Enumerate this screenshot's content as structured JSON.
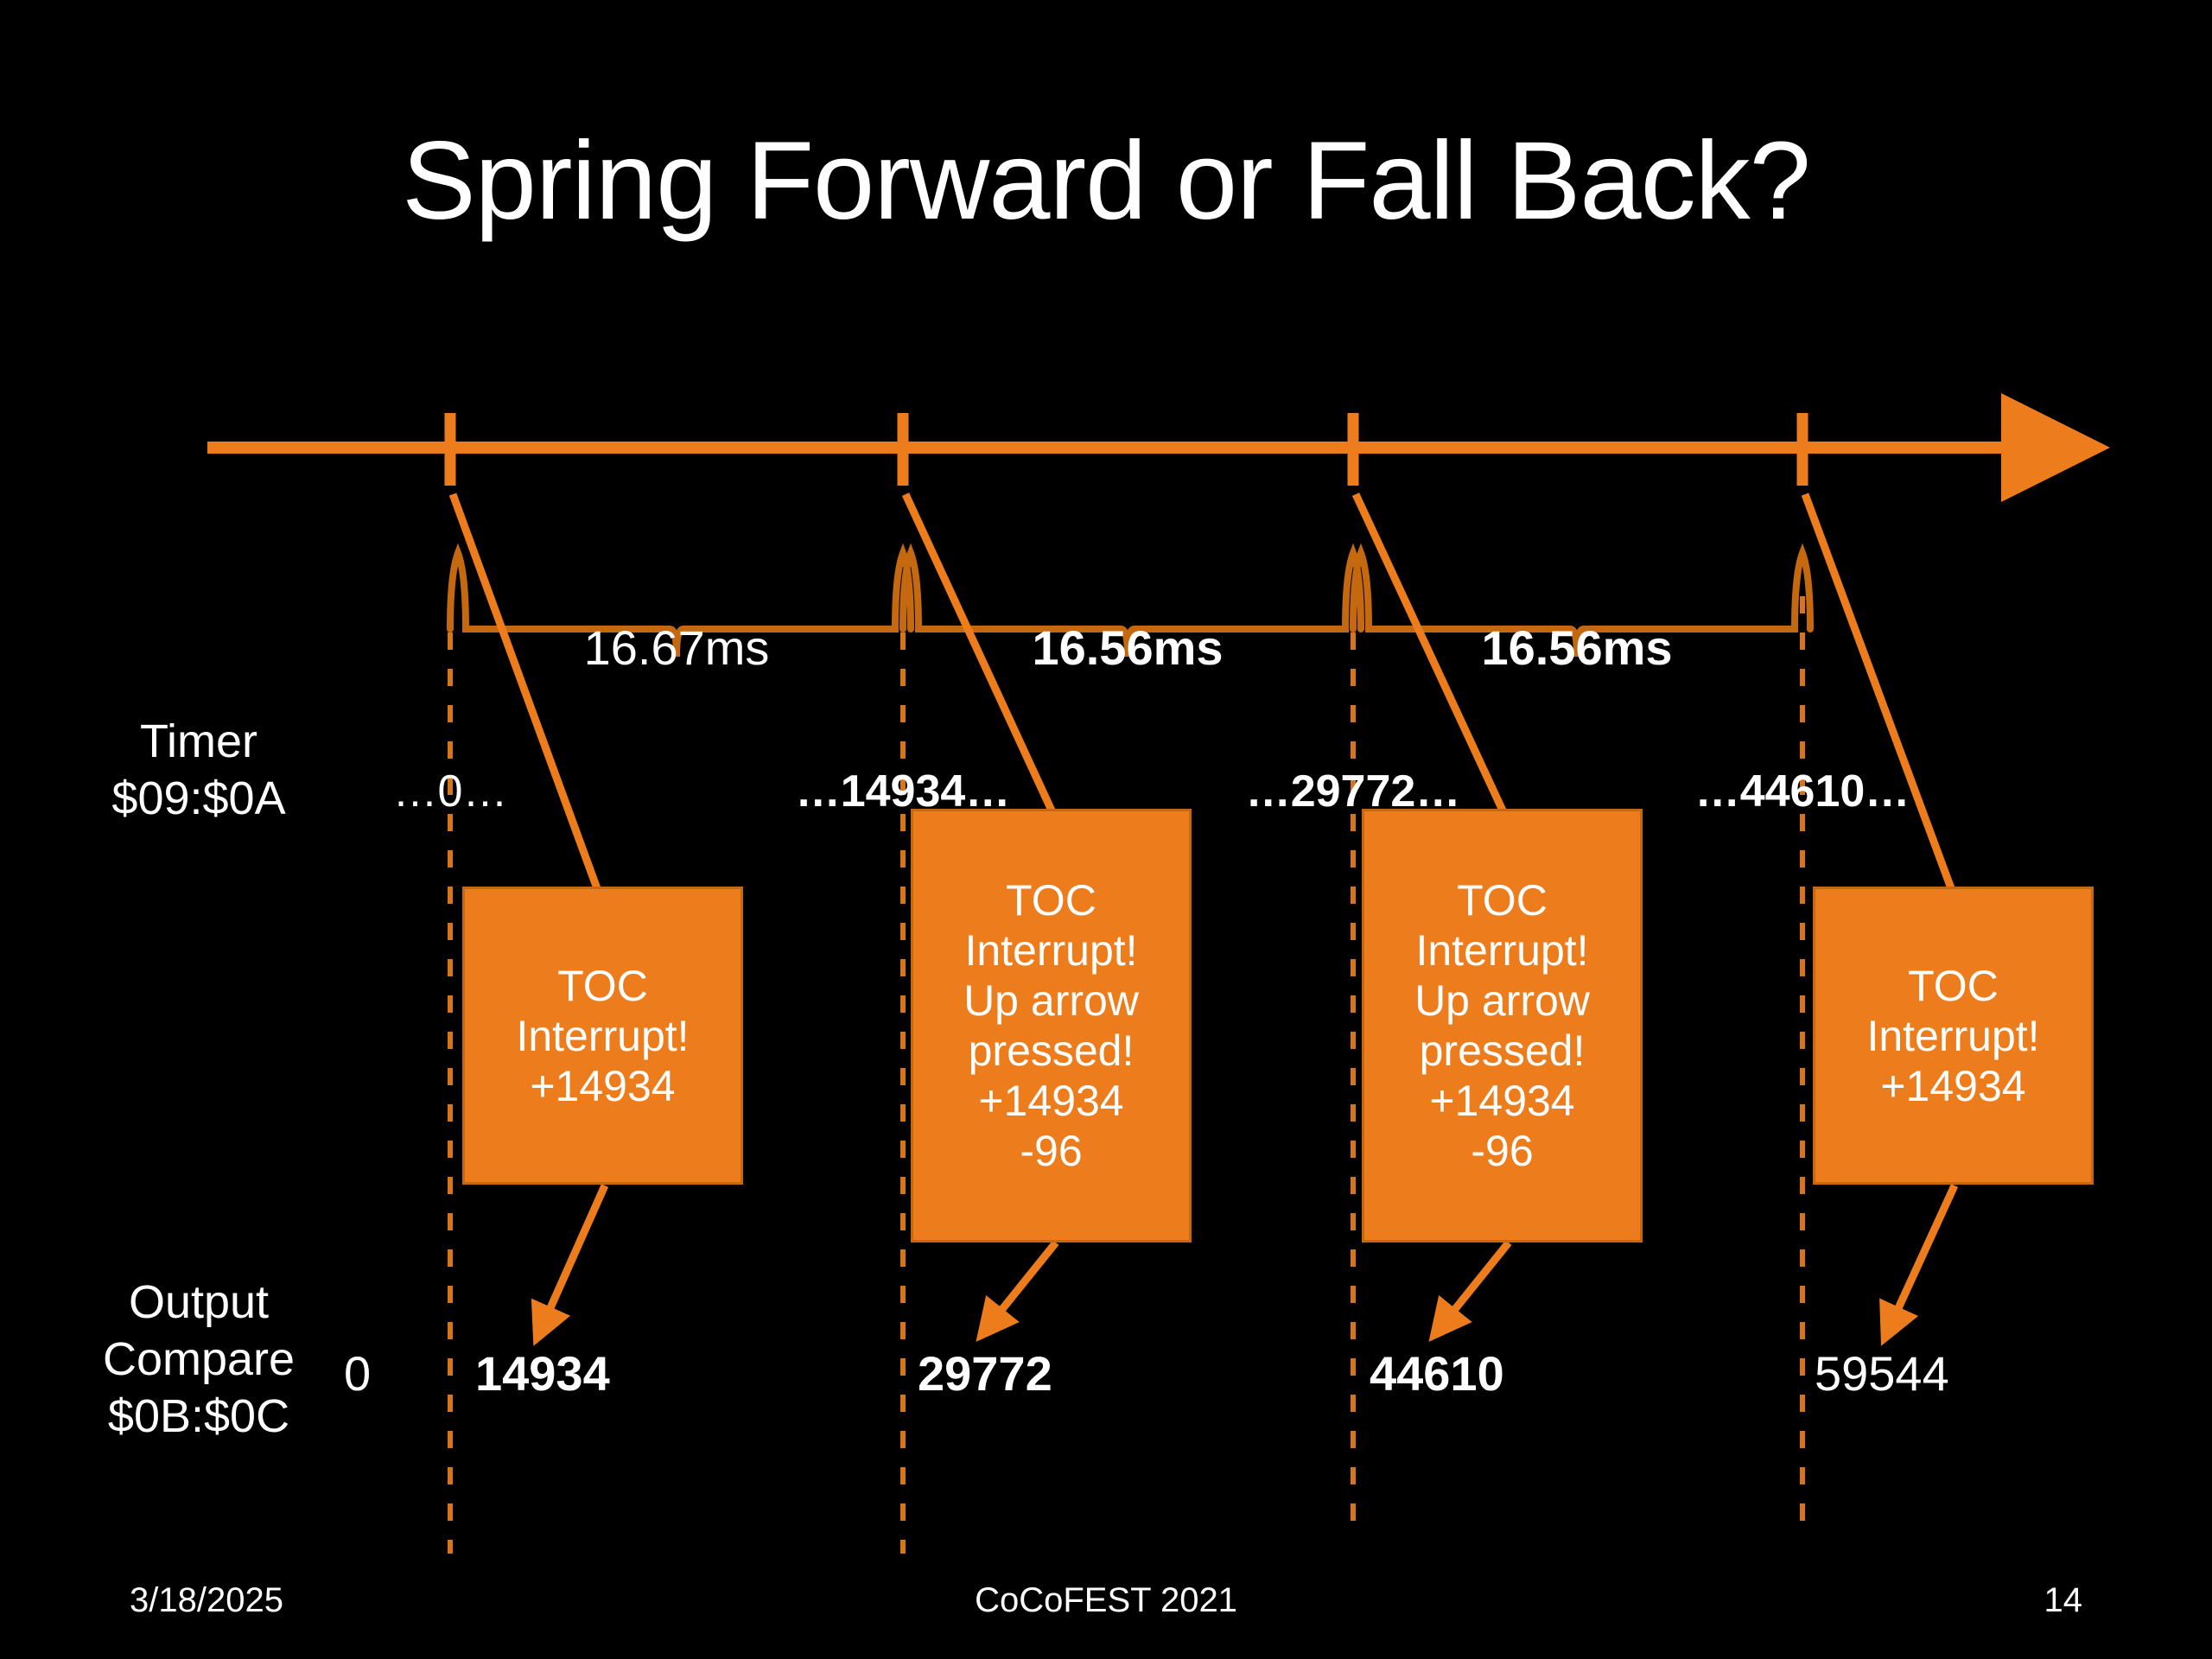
{
  "slide": {
    "title": "Spring Forward or Fall Back?",
    "background_color": "#000000",
    "accent_color": "#ED7D1C",
    "accent_dark_color": "#C4690F",
    "text_color": "#FFFFFF"
  },
  "rows": {
    "timer_label": "Timer\n$09:$0A",
    "output_compare_label": "Output\nCompare\n$0B:$0C"
  },
  "timeline": {
    "timer_values": [
      {
        "text": "…0…",
        "bold": false
      },
      {
        "text": "…14934…",
        "bold": true
      },
      {
        "text": "…29772…",
        "bold": true
      },
      {
        "text": "…44610…",
        "bold": true
      }
    ],
    "intervals": [
      {
        "label": "16.67ms",
        "bold": false
      },
      {
        "label": "16.56ms",
        "bold": true
      },
      {
        "label": "16.56ms",
        "bold": true
      }
    ]
  },
  "callouts": [
    {
      "text": "TOC\nInterrupt!\n+14934"
    },
    {
      "text": "TOC\nInterrupt!\nUp arrow\npressed!\n+14934\n-96"
    },
    {
      "text": "TOC\nInterrupt!\nUp arrow\npressed!\n+14934\n-96"
    },
    {
      "text": "TOC\nInterrupt!\n+14934"
    }
  ],
  "output_compare": {
    "initial": {
      "text": "0",
      "bold": false
    },
    "values": [
      {
        "text": "14934",
        "bold": true
      },
      {
        "text": "29772",
        "bold": true
      },
      {
        "text": "44610",
        "bold": true
      },
      {
        "text": "59544",
        "bold": false
      }
    ]
  },
  "footer": {
    "date": "3/18/2025",
    "event": "CoCoFEST 2021",
    "page": "14"
  }
}
